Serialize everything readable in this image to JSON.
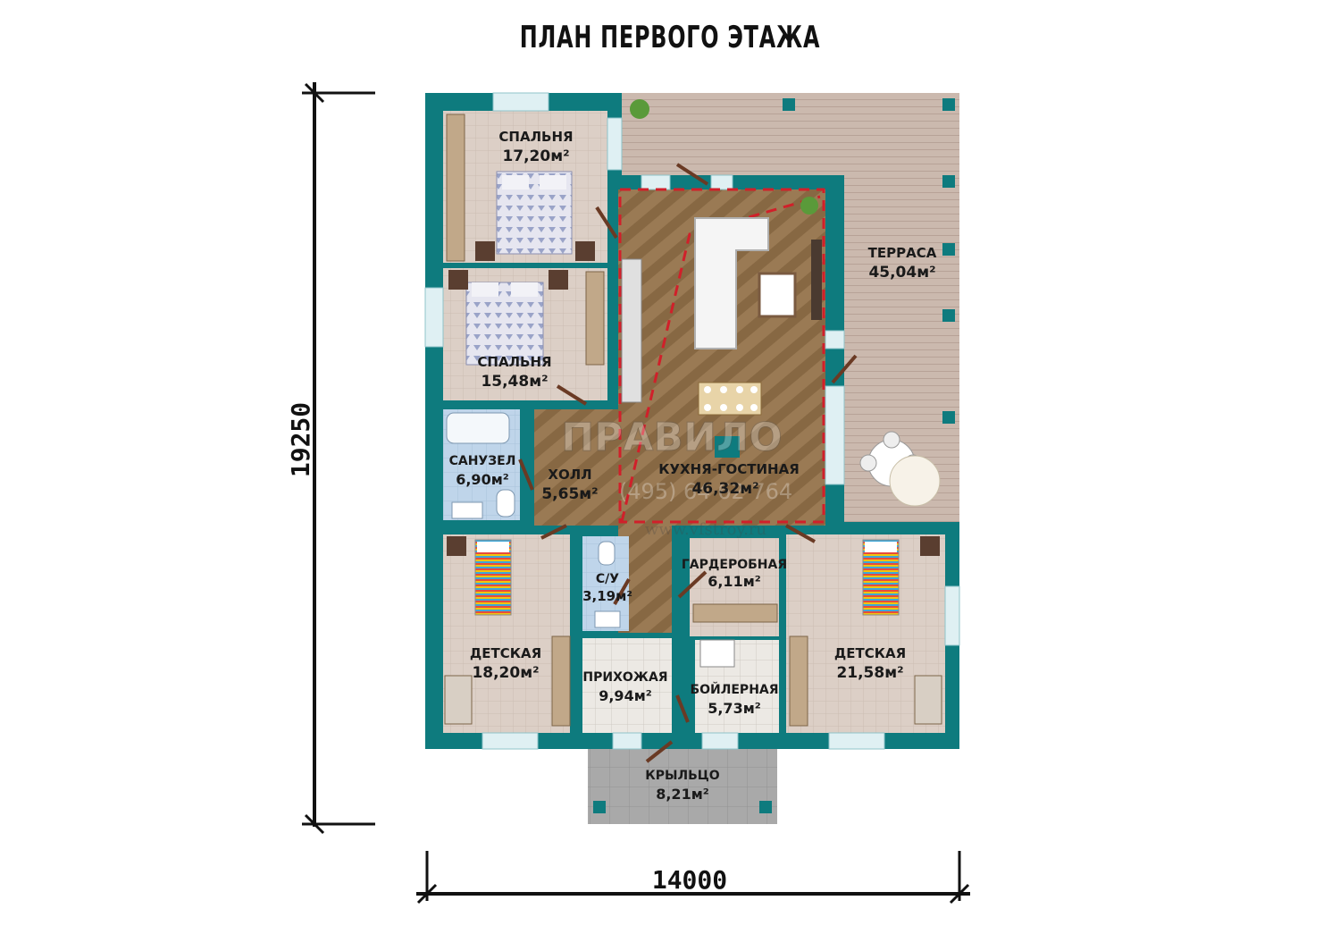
{
  "title": "ПЛАН ПЕРВОГО ЭТАЖА",
  "dimensions": {
    "height": "19250",
    "width": "14000"
  },
  "rooms": [
    {
      "name": "СПАЛЬНЯ",
      "area": "17,20м²"
    },
    {
      "name": "СПАЛЬНЯ",
      "area": "15,48м²"
    },
    {
      "name": "ТЕРРАСА",
      "area": "45,04м²"
    },
    {
      "name": "САНУЗЕЛ",
      "area": "6,90м²"
    },
    {
      "name": "ХОЛЛ",
      "area": "5,65м²"
    },
    {
      "name": "КУХНЯ-ГОСТИНАЯ",
      "area": "46,32м²"
    },
    {
      "name": "С/У",
      "area": "3,19м²"
    },
    {
      "name": "ГАРДЕРОБНАЯ",
      "area": "6,11м²"
    },
    {
      "name": "ДЕТСКАЯ",
      "area": "18,20м²"
    },
    {
      "name": "ДЕТСКАЯ",
      "area": "21,58м²"
    },
    {
      "name": "ПРИХОЖАЯ",
      "area": "9,94м²"
    },
    {
      "name": "БОЙЛЕРНАЯ",
      "area": "5,73м²"
    },
    {
      "name": "КРЫЛЬЦО",
      "area": "8,21м²"
    }
  ],
  "watermark": {
    "logo_text": "ПРАВИЛО",
    "phone": "(495) 64 62 764",
    "site": "www.vfstroy.ru"
  },
  "colors": {
    "wall": "#0e7b7e",
    "wood": "#9a7a54",
    "terrace": "#c9b7ad",
    "tile": "#d8c9bf",
    "bath": "#bcd3e8",
    "stone": "#a6a6a6",
    "window": "#dff0f3",
    "dashed": "#d0202a"
  }
}
